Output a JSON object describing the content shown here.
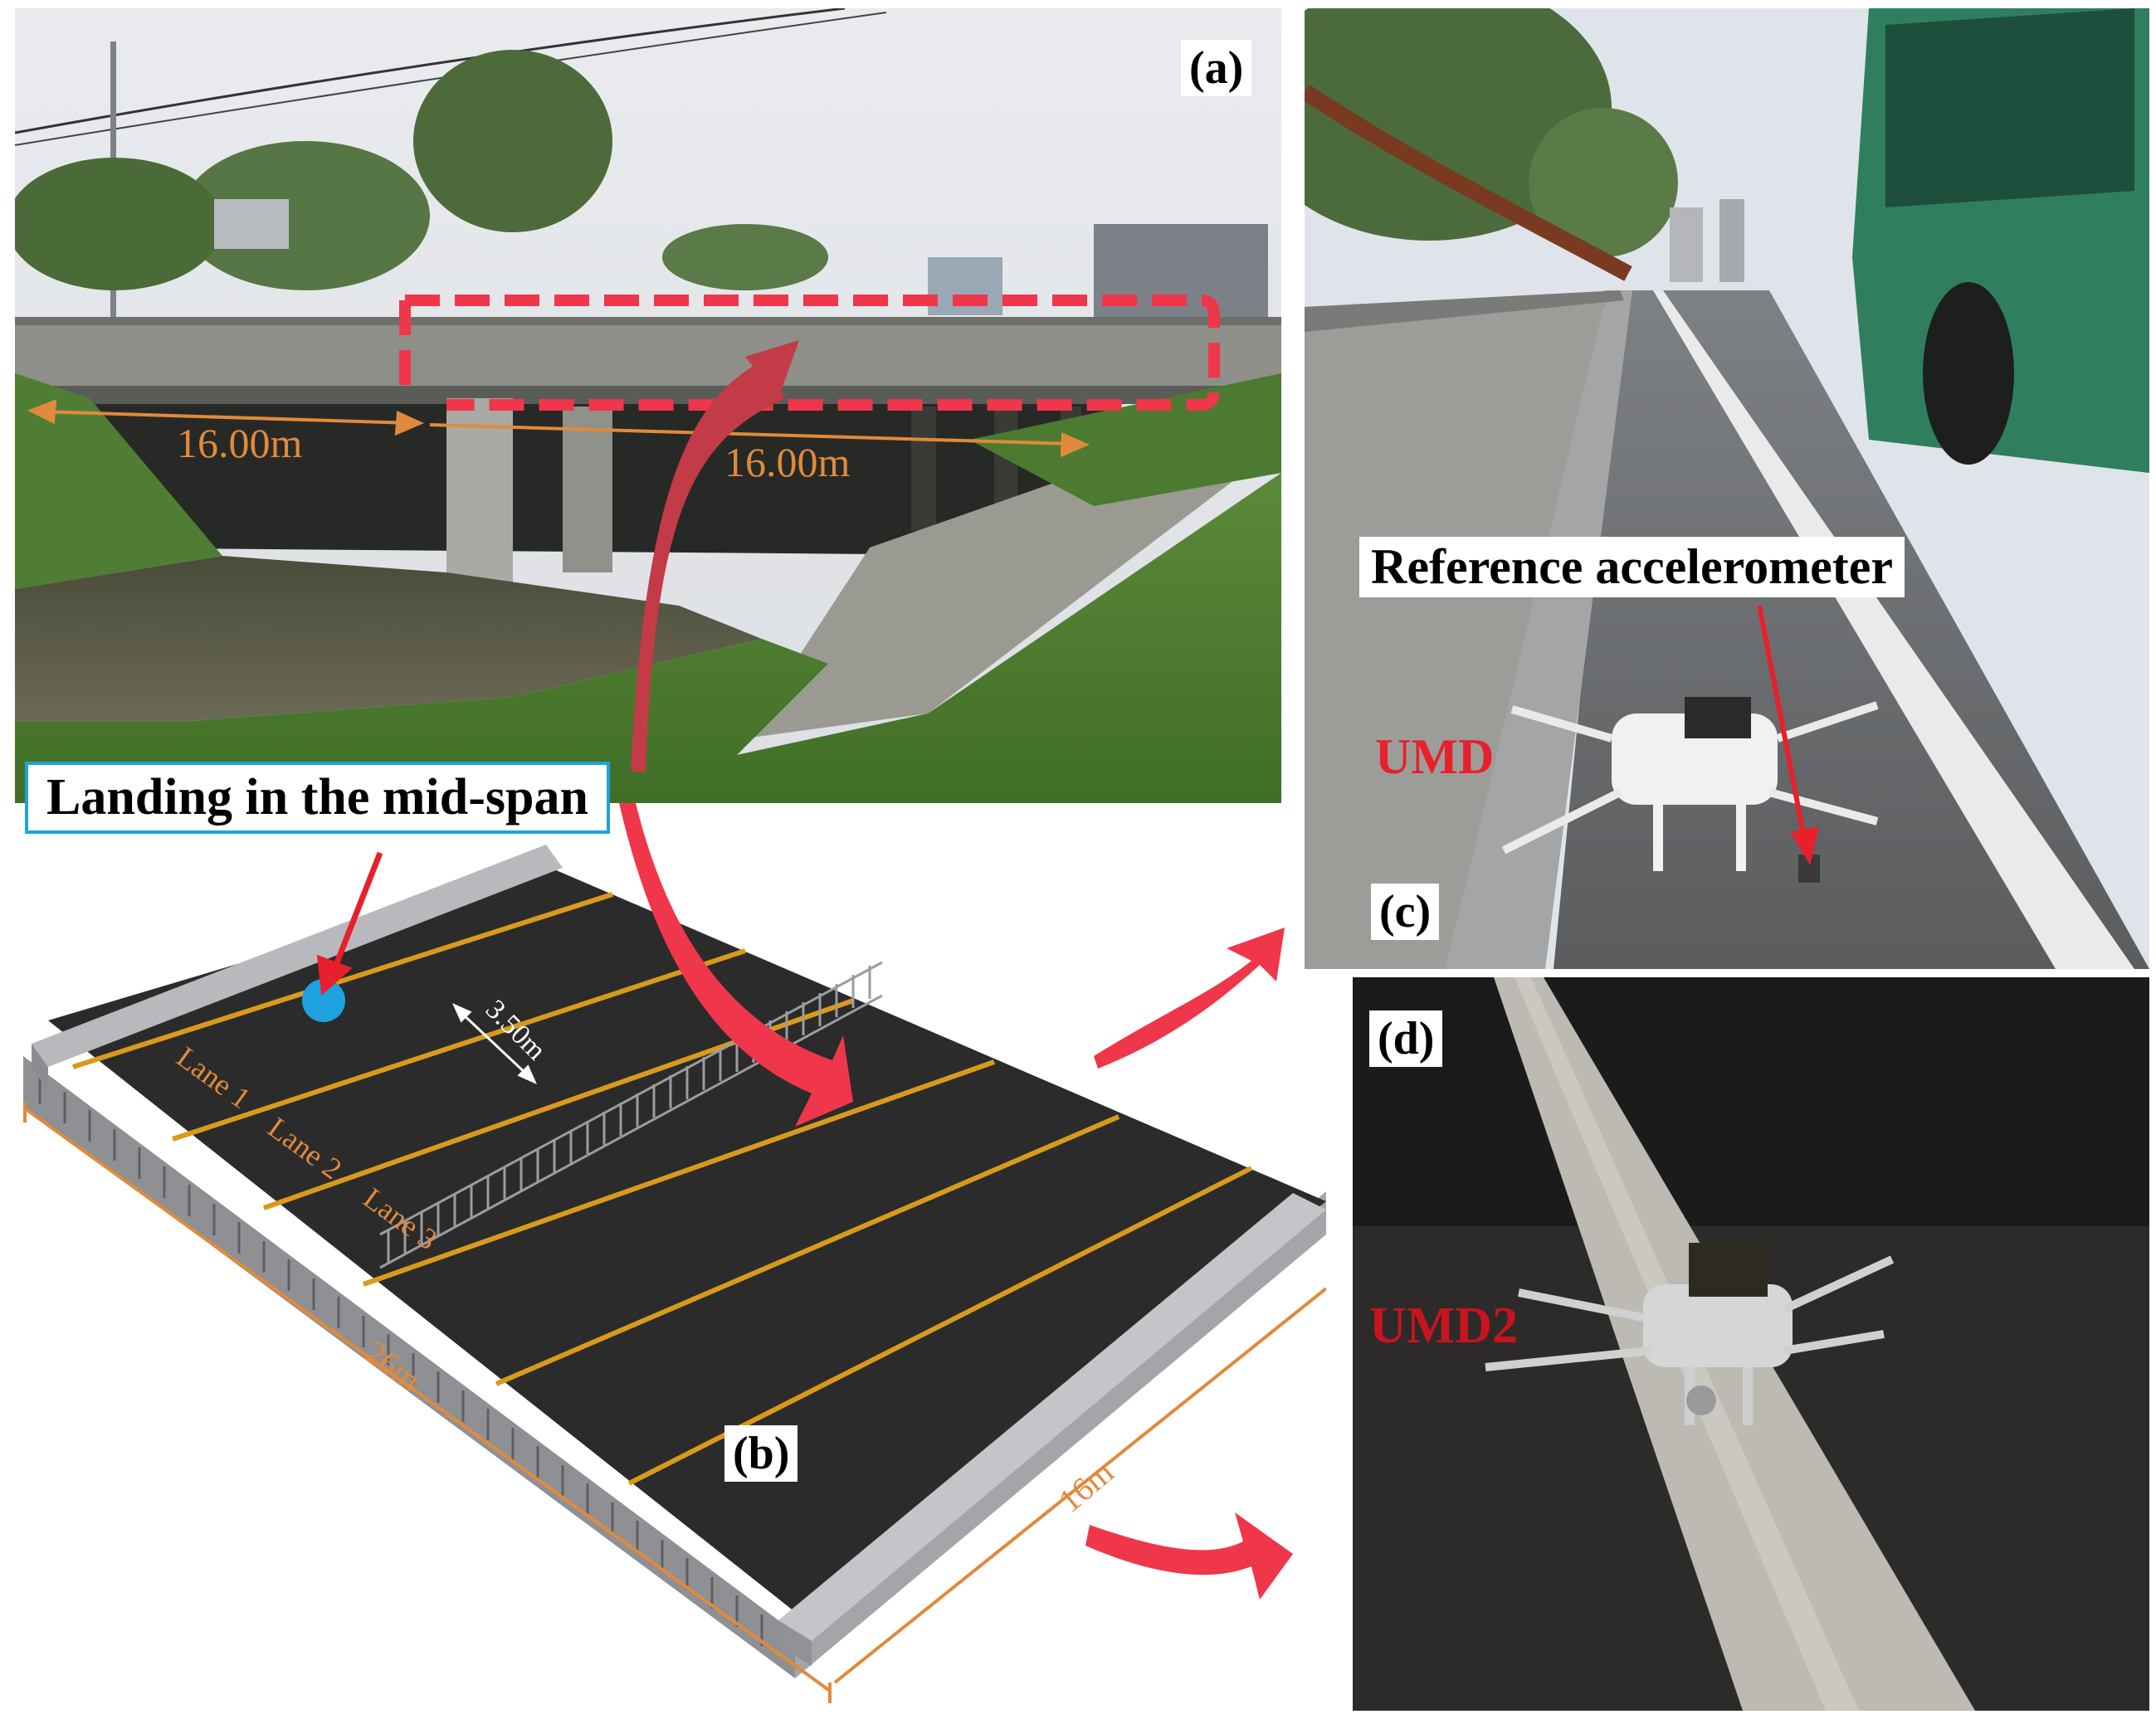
{
  "panels": {
    "a": {
      "label": "(a)",
      "span_left": "16.00m",
      "span_right": "16.00m"
    },
    "b": {
      "label": "(b)",
      "callout": "Landing in the mid-span",
      "lane_width": "3.50m",
      "lanes": [
        "Lane 1",
        "Lane 2",
        "Lane 3"
      ],
      "length": "26m",
      "width": "16m"
    },
    "c": {
      "label": "(c)",
      "callout": "Reference accelerometer",
      "device": "UMD"
    },
    "d": {
      "label": "(d)",
      "device": "UMD2"
    }
  },
  "colors": {
    "accent_red": "#f0364a",
    "dimension_orange": "#e08a3c",
    "lane_yellow": "#d99a1c",
    "marker_blue": "#1ea2e0",
    "deck": "#2b2b2b"
  }
}
